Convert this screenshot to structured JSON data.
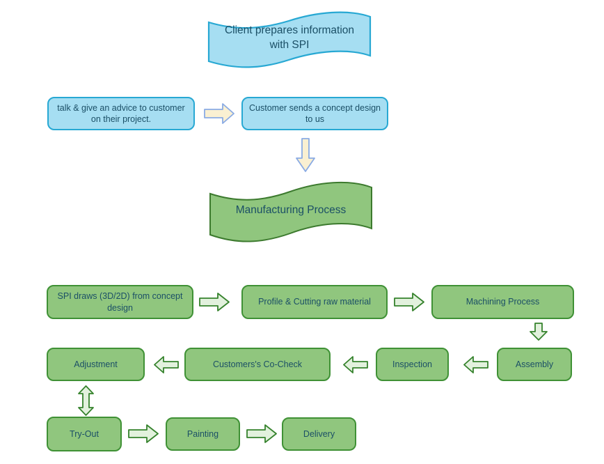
{
  "diagram": {
    "client_banner": "Client prepares information with SPI",
    "talk_box": "talk & give an advice to customer on their project.",
    "concept_box": "Customer sends a concept design to us",
    "manufacturing_banner": "Manufacturing Process",
    "spi_draws_box": "SPI draws (3D/2D) from concept design",
    "profile_cutting_box": "Profile & Cutting raw material",
    "machining_box": "Machining Process",
    "assembly_box": "Assembly",
    "inspection_box": "Inspection",
    "cocheck_box": "Customers's Co-Check",
    "adjustment_box": "Adjustment",
    "tryout_box": "Try-Out",
    "painting_box": "Painting",
    "delivery_box": "Delivery"
  },
  "colors": {
    "blue_fill": "#a6def2",
    "blue_border": "#27a8d3",
    "green_fill": "#90c67e",
    "green_border": "#3f9135",
    "green_banner_border": "#3c7a2e",
    "text": "#1b4f66",
    "cream_arrow_fill": "#faf0d2",
    "cream_arrow_border": "#8aabe4",
    "green_arrow_fill": "#e2f1dd",
    "green_arrow_border": "#35822c",
    "bg": "#ffffff"
  }
}
